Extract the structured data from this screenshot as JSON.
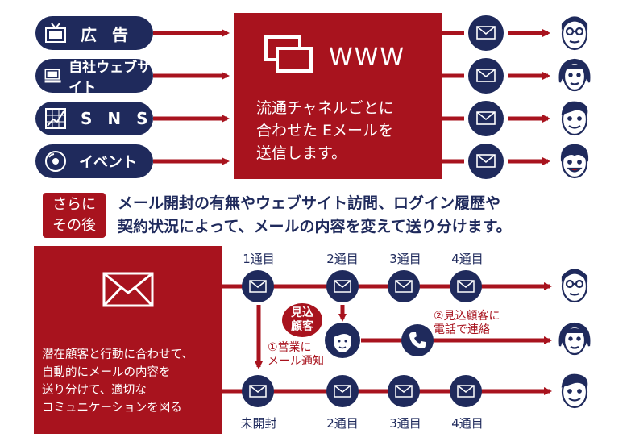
{
  "colors": {
    "navy": "#1f2a5c",
    "red": "#a8131e",
    "white": "#ffffff"
  },
  "channels": [
    {
      "label": "広 告",
      "icon": "tv-icon"
    },
    {
      "label": "自社ウェブサイト",
      "icon": "computer-icon"
    },
    {
      "label": "S N S",
      "icon": "sns-grid-icon"
    },
    {
      "label": "イベント",
      "icon": "cd-icon"
    }
  ],
  "hub": {
    "www": "WWW",
    "text_line1": "流通チャネルごとに",
    "text_line2": "合わせた Eメールを",
    "text_line3": "送信します。"
  },
  "after": {
    "badge_line1": "さらに",
    "badge_line2": "その後",
    "text_line1": "メール開封の有無やウェブサイト訪問、ログイン履歴や",
    "text_line2": "契約状況によって、メールの内容を変えて送り分けます。"
  },
  "flow": {
    "desc_line1": "潜在顧客と行動に合わせて、",
    "desc_line2": "自動的にメールの内容を",
    "desc_line3": "送り分けて、適切な",
    "desc_line4": "コミュニケーションを図る",
    "top_labels": [
      "1通目",
      "2通目",
      "3通目",
      "4通目"
    ],
    "bottom_labels": [
      "未開封",
      "2通目",
      "3通目",
      "4通目"
    ],
    "prospect_badge": "見込\n顧客",
    "prospect_line1": "見込",
    "prospect_line2": "顧客",
    "sales_line1": "①営業に",
    "sales_line2": "メール通知",
    "call_line1": "②見込顧客に",
    "call_line2": "電話で連絡"
  }
}
